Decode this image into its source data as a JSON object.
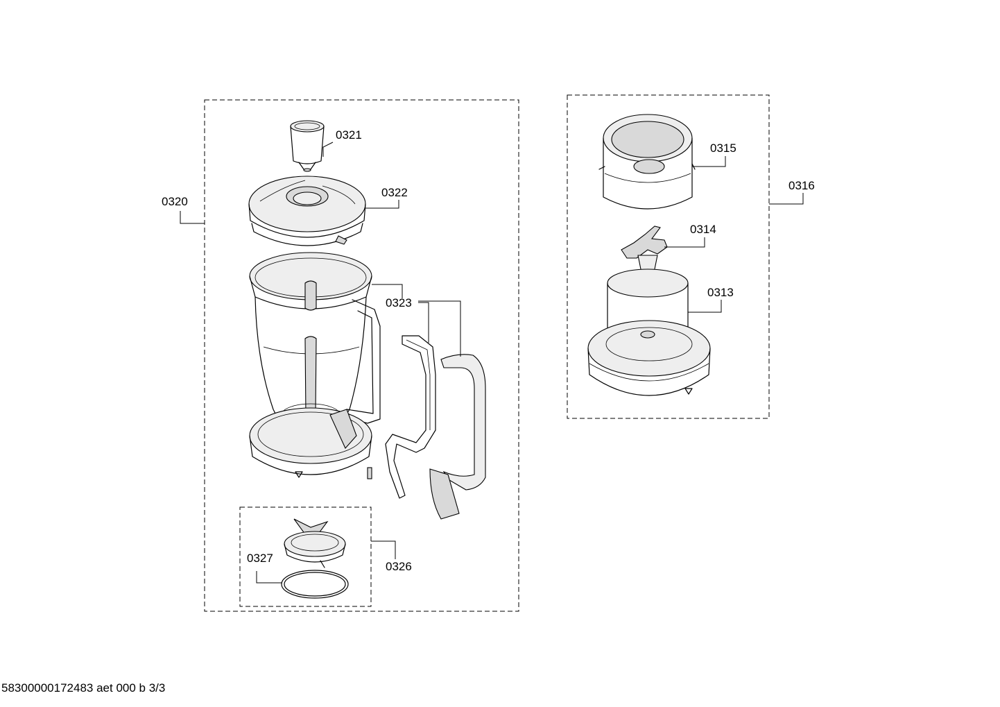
{
  "labels": {
    "0320": "0320",
    "0321": "0321",
    "0322": "0322",
    "0323": "0323",
    "0326": "0326",
    "0327": "0327",
    "0316": "0316",
    "0315": "0315",
    "0314": "0314",
    "0313": "0313"
  },
  "footer": {
    "text": "58300000172483 aet 000 b 3/3"
  }
}
